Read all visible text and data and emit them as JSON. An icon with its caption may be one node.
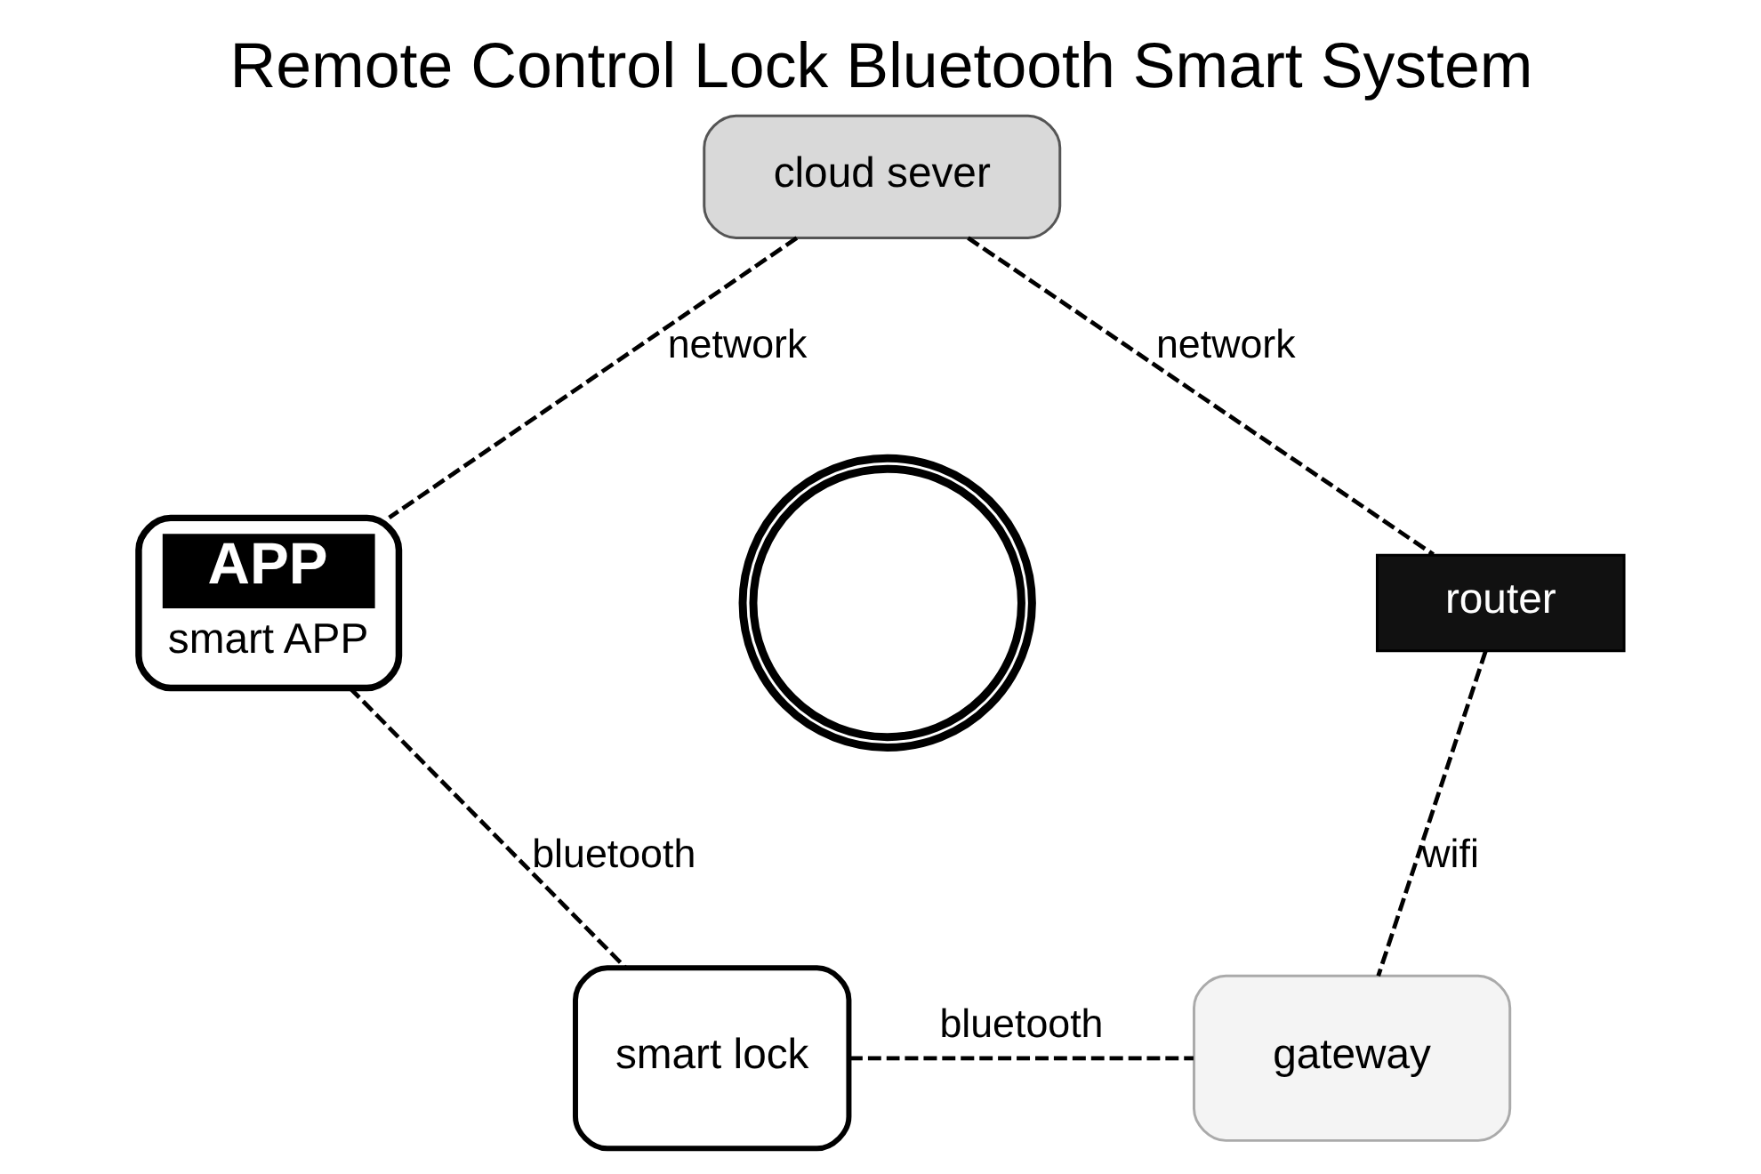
{
  "diagram": {
    "title": "Remote Control Lock Bluetooth Smart System",
    "nodes": [
      {
        "text": [
          "cloud sever"
        ]
      },
      {
        "text": [
          "APP",
          "smart APP"
        ]
      },
      {
        "text": [],
        "shape": "picture"
      },
      {
        "text": [
          "router"
        ]
      },
      {
        "text": [
          "smart lock"
        ]
      },
      {
        "text": [
          "gateway"
        ]
      }
    ],
    "edges": [
      {
        "from": 0,
        "to": 1,
        "arrow": "none",
        "style": "dashed",
        "label": "network"
      },
      {
        "from": 0,
        "to": 3,
        "arrow": "none",
        "style": "dashed",
        "label": "network"
      },
      {
        "from": 1,
        "to": 4,
        "arrow": "none",
        "style": "dashed",
        "label": "bluetooth"
      },
      {
        "from": 3,
        "to": 5,
        "arrow": "none",
        "style": "dashed",
        "label": "wifi"
      },
      {
        "from": 4,
        "to": 5,
        "arrow": "none",
        "style": "dashed",
        "label": "bluetooth"
      }
    ]
  }
}
